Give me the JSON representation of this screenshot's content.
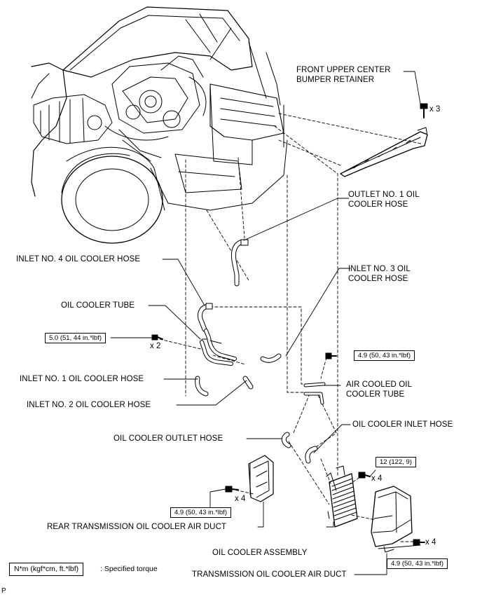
{
  "labels": {
    "bumper_retainer_1": "FRONT UPPER CENTER",
    "bumper_retainer_2": "BUMPER RETAINER",
    "outlet_hose_1": "OUTLET NO. 1 OIL",
    "outlet_hose_2": "COOLER HOSE",
    "inlet4": "INLET NO. 4 OIL COOLER HOSE",
    "inlet3_1": "INLET NO. 3 OIL",
    "inlet3_2": "COOLER HOSE",
    "oil_cooler_tube": "OIL COOLER TUBE",
    "inlet1": "INLET NO. 1 OIL COOLER HOSE",
    "inlet2": "INLET NO. 2 OIL COOLER HOSE",
    "air_cooled_1": "AIR COOLED OIL",
    "air_cooled_2": "COOLER TUBE",
    "outlet_hose_plain": "OIL COOLER OUTLET HOSE",
    "inlet_hose_plain": "OIL COOLER INLET HOSE",
    "rear_duct": "REAR TRANSMISSION OIL COOLER AIR DUCT",
    "assembly": "OIL COOLER ASSEMBLY",
    "trans_duct": "TRANSMISSION OIL COOLER AIR DUCT"
  },
  "quantities": {
    "bumper_bolts": "x 3",
    "tube_bolts": "x 2",
    "assembly_bolts": "x 4",
    "rear_duct_bolts": "x 4",
    "trans_duct_bolts": "x 4"
  },
  "torques": {
    "tube": "5.0 (51, 44 in.*lbf)",
    "air_cooled_tube": "4.9 (50, 43 in.*lbf)",
    "assembly": "12 (122, 9)",
    "rear_duct": "4.9 (50, 43 in.*lbf)",
    "trans_duct": "4.9 (50, 43 in.*lbf)"
  },
  "legend": {
    "unit": "N*m (kgf*cm, ft.*lbf)",
    "meaning": ": Specified torque"
  },
  "corner_mark": "P"
}
